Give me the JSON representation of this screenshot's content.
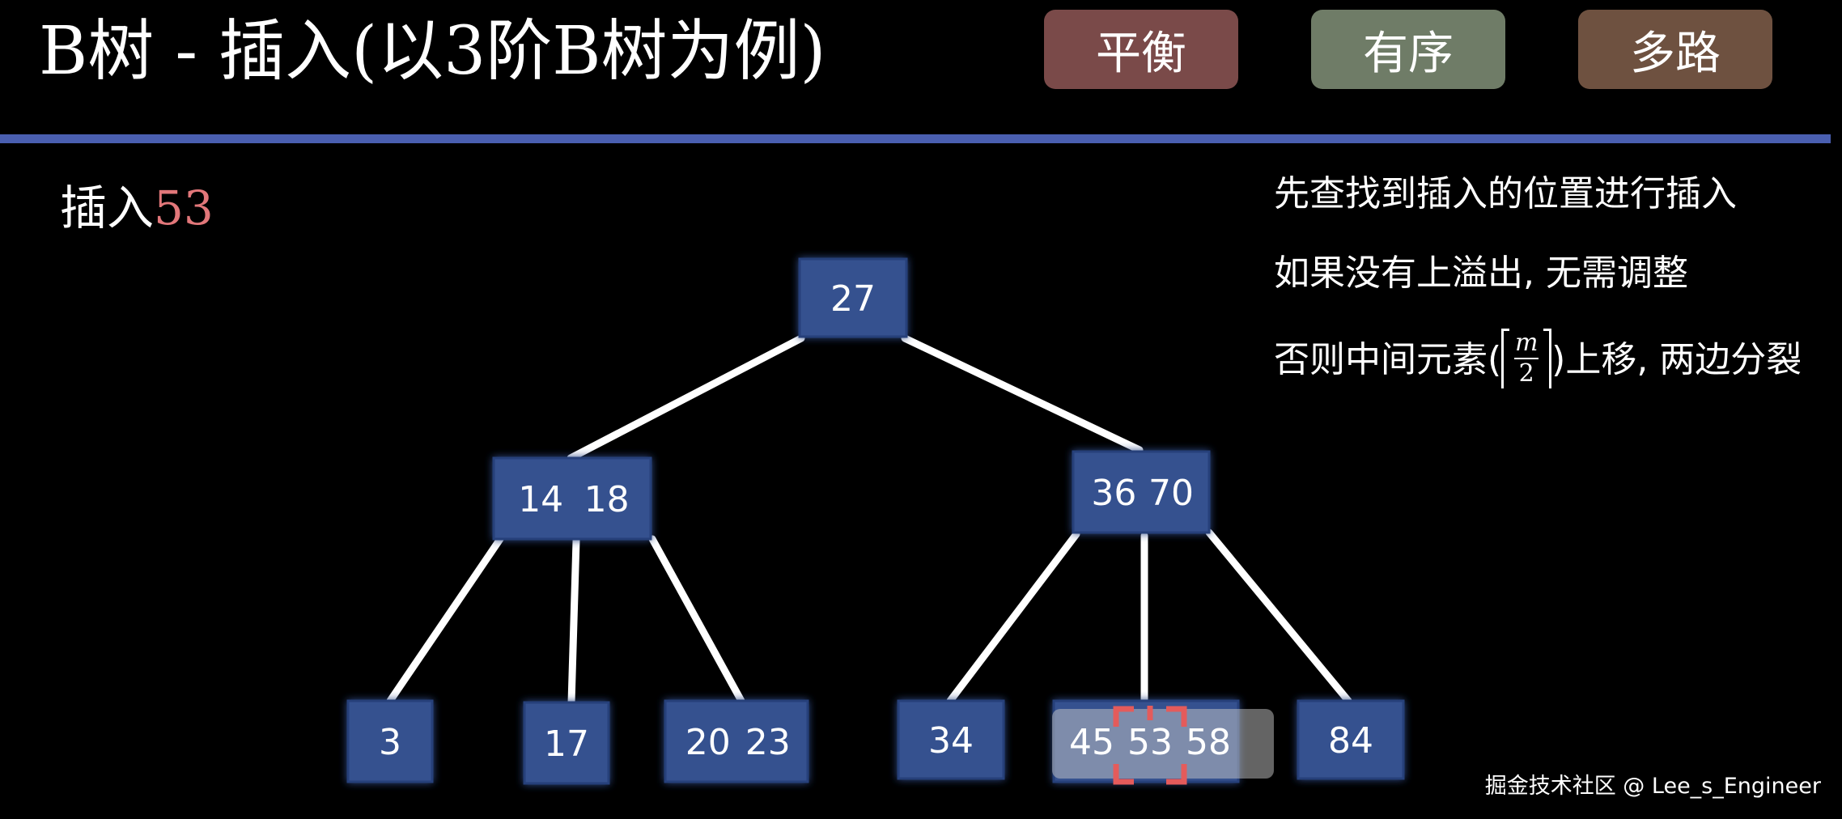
{
  "header": {
    "title": "B树 - 插入(以3阶B树为例)",
    "tags": [
      {
        "label": "平衡",
        "color": "#7a4a49"
      },
      {
        "label": "有序",
        "color": "#6f7c67"
      },
      {
        "label": "多路",
        "color": "#6e5140"
      }
    ]
  },
  "operation": {
    "prefix": "插入",
    "key": "53",
    "key_color": "#e2777a"
  },
  "rules": {
    "line1": "先查找到插入的位置进行插入",
    "line2": "如果没有上溢出, 无需调整",
    "line3_before": "否则中间元素(",
    "formula_numerator": "m",
    "formula_denominator": "2",
    "line3_after": ")上移, 两边分裂"
  },
  "tree": {
    "node_color": "#35518f",
    "edge_color": "#ffffff",
    "highlight_color": "#c8c8c8",
    "marker_color": "#e45b5b",
    "nodes": [
      {
        "id": "root",
        "keys": [
          "27"
        ]
      },
      {
        "id": "n1418",
        "keys": [
          "14",
          "18"
        ]
      },
      {
        "id": "n3670",
        "keys": [
          "36",
          "70"
        ]
      },
      {
        "id": "leaf3",
        "keys": [
          "3"
        ]
      },
      {
        "id": "leaf17",
        "keys": [
          "17"
        ]
      },
      {
        "id": "leaf2023",
        "keys": [
          "20",
          "23"
        ]
      },
      {
        "id": "leaf34",
        "keys": [
          "34"
        ]
      },
      {
        "id": "leaf455358",
        "keys": [
          "45",
          "53",
          "58"
        ],
        "inserted_key": "53"
      },
      {
        "id": "leaf84",
        "keys": [
          "84"
        ]
      }
    ],
    "edges": [
      [
        "root",
        "n1418"
      ],
      [
        "root",
        "n3670"
      ],
      [
        "n1418",
        "leaf3"
      ],
      [
        "n1418",
        "leaf17"
      ],
      [
        "n1418",
        "leaf2023"
      ],
      [
        "n3670",
        "leaf34"
      ],
      [
        "n3670",
        "leaf455358"
      ],
      [
        "n3670",
        "leaf84"
      ]
    ]
  },
  "watermark": "掘金技术社区 @ Lee_s_Engineer"
}
